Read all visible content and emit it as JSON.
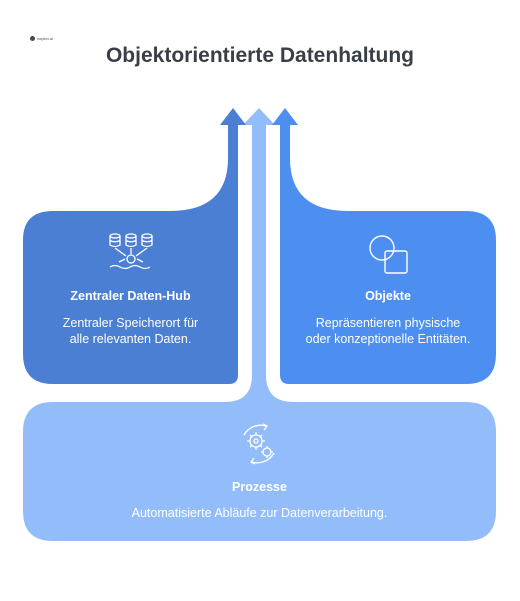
{
  "brand": {
    "logo_text": "napkin.ai"
  },
  "title": "Objektorientierte Datenhaltung",
  "cards": {
    "hub": {
      "title": "Zentraler Daten-Hub",
      "description": "Zentraler Speicherort für alle relevanten Daten.",
      "icon": "database-hub-icon"
    },
    "objects": {
      "title": "Objekte",
      "description": "Repräsentieren physische oder konzeptionelle Entitäten.",
      "icon": "shapes-icon"
    },
    "processes": {
      "title": "Prozesse",
      "description": "Automatisierte Abläufe zur Datenverarbeitung.",
      "icon": "gears-cycle-icon"
    }
  },
  "colors": {
    "hub": "#4a7fd4",
    "objects": "#4d8ff0",
    "processes": "#92bdfa",
    "title": "#3a3f47"
  }
}
